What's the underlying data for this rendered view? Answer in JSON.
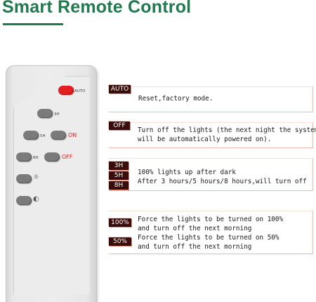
{
  "page": {
    "title": "Smart Remote Control"
  },
  "remote": {
    "buttons": [
      {
        "id": "auto",
        "label": "AUTO"
      },
      {
        "id": "3h",
        "label": "3H"
      },
      {
        "id": "5h",
        "label": "5H"
      },
      {
        "id": "on",
        "label": "ON"
      },
      {
        "id": "8h",
        "label": "8H"
      },
      {
        "id": "off",
        "label": "OFF"
      },
      {
        "id": "100",
        "label": "☼"
      },
      {
        "id": "50",
        "label": "◐"
      }
    ]
  },
  "descriptions": {
    "auto": {
      "tag": "AUTO",
      "text": "Reset,factory mode."
    },
    "off": {
      "tag": "OFF",
      "lines": [
        "Turn off the lights (the next night the system",
        "will be automatically powered on)."
      ]
    },
    "timers": {
      "tags": [
        "3H",
        "5H",
        "8H"
      ],
      "lines": [
        "100% lights up after dark",
        "After 3 hours/5 hours/8 hours,will turn off"
      ]
    },
    "force100": {
      "tag": "100%",
      "lines": [
        "Force the lights to be turned on 100%",
        "and turn off the next morning"
      ]
    },
    "force50": {
      "tag": "50%",
      "lines": [
        "Force the lights to be turned on 50%",
        "and turn off the next morning"
      ]
    }
  },
  "colors": {
    "title": "#1f7a4f",
    "tag_bg": "#3a0d0d",
    "accent_red": "#e41e1e",
    "box_border": "#f1b7a7"
  }
}
